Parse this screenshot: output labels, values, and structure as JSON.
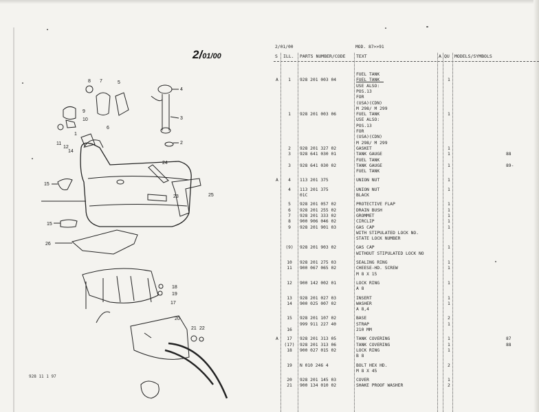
{
  "diagram": {
    "section_no": "2/",
    "section_sub": "01/00",
    "footer_code": "928 11 1 97",
    "callouts": [
      "8",
      "7",
      "5",
      "4",
      "9",
      "10",
      "6",
      "3",
      "1",
      "11",
      "12",
      "14",
      "2",
      "24",
      "15",
      "23",
      "25",
      "15",
      "26",
      "18",
      "19",
      "17",
      "20",
      "21",
      "22"
    ]
  },
  "table": {
    "header_date": "2/01/00",
    "header_model": "MOD. 87>>91",
    "columns": {
      "s": "S",
      "ill": "ILL.",
      "part": "PARTS NUMBER/CODE",
      "text": "TEXT",
      "a": "A",
      "qu": "QU",
      "models": "MODELS/SYMBOLS"
    },
    "rows": [
      {
        "mark": "",
        "ill": "",
        "part": "",
        "text": "FUEL TANK",
        "qty": "",
        "model": ""
      },
      {
        "mark": "A",
        "ill": "1",
        "part": "928 201 003 04",
        "text": "FUEL TANK",
        "qty": "1",
        "model": ""
      },
      {
        "mark": "",
        "ill": "",
        "part": "",
        "text": "USE ALSO:",
        "qty": "",
        "model": ""
      },
      {
        "mark": "",
        "ill": "",
        "part": "",
        "text": "POS.13",
        "qty": "",
        "model": ""
      },
      {
        "mark": "",
        "ill": "",
        "part": "",
        "text": "FOR",
        "qty": "",
        "model": ""
      },
      {
        "mark": "",
        "ill": "",
        "part": "",
        "text": "(USA)(CDN)",
        "qty": "",
        "model": ""
      },
      {
        "mark": "",
        "ill": "",
        "part": "",
        "text": "M 298/ M 299",
        "qty": "",
        "model": ""
      },
      {
        "mark": "",
        "ill": "1",
        "part": "928 201 003 06",
        "text": "FUEL TANK",
        "qty": "1",
        "model": ""
      },
      {
        "mark": "",
        "ill": "",
        "part": "",
        "text": "USE ALSO:",
        "qty": "",
        "model": ""
      },
      {
        "mark": "",
        "ill": "",
        "part": "",
        "text": "POS.13",
        "qty": "",
        "model": ""
      },
      {
        "mark": "",
        "ill": "",
        "part": "",
        "text": "FOR",
        "qty": "",
        "model": ""
      },
      {
        "mark": "",
        "ill": "",
        "part": "",
        "text": "(USA)(CDN)",
        "qty": "",
        "model": ""
      },
      {
        "mark": "",
        "ill": "",
        "part": "",
        "text": "M 298/ M 299",
        "qty": "",
        "model": ""
      },
      {
        "mark": "",
        "ill": "2",
        "part": "928 201 327 02",
        "text": "GASKET",
        "qty": "1",
        "model": ""
      },
      {
        "mark": "",
        "ill": "3",
        "part": "928 641 030 01",
        "text": "TANK GAUGE",
        "qty": "1",
        "model": "88"
      },
      {
        "mark": "",
        "ill": "",
        "part": "",
        "text": "FUEL TANK",
        "qty": "",
        "model": ""
      },
      {
        "mark": "",
        "ill": "3",
        "part": "928 641 030 02",
        "text": "TANK GAUGE",
        "qty": "1",
        "model": "89-"
      },
      {
        "mark": "",
        "ill": "",
        "part": "",
        "text": "FUEL TANK",
        "qty": "",
        "model": ""
      },
      {
        "mark": "A",
        "ill": "4",
        "part": "113 201 375",
        "text": "UNION NUT",
        "qty": "1",
        "model": ""
      },
      {
        "mark": "",
        "ill": "4",
        "part": "113 201 375",
        "text": "UNION NUT",
        "qty": "1",
        "model": ""
      },
      {
        "mark": "",
        "ill": "",
        "part": "01C",
        "text": "BLACK",
        "qty": "",
        "model": ""
      },
      {
        "mark": "",
        "ill": "5",
        "part": "928 201 057 02",
        "text": "PROTECTIVE FLAP",
        "qty": "1",
        "model": ""
      },
      {
        "mark": "",
        "ill": "6",
        "part": "928 201 255 02",
        "text": "DRAIN BUSH",
        "qty": "1",
        "model": ""
      },
      {
        "mark": "",
        "ill": "7",
        "part": "928 201 333 02",
        "text": "GROMMET",
        "qty": "1",
        "model": ""
      },
      {
        "mark": "",
        "ill": "8",
        "part": "900 906 046 02",
        "text": "CIRCLIP",
        "qty": "1",
        "model": ""
      },
      {
        "mark": "",
        "ill": "9",
        "part": "928 201 901 03",
        "text": "GAS CAP",
        "qty": "1",
        "model": ""
      },
      {
        "mark": "",
        "ill": "",
        "part": "",
        "text": "WITH STIPULATED LOCK NO.",
        "qty": "",
        "model": ""
      },
      {
        "mark": "",
        "ill": "",
        "part": "",
        "text": "STATE LOCK NUMBER",
        "qty": "",
        "model": ""
      },
      {
        "mark": "",
        "ill": "(9)",
        "part": "928 201 903 02",
        "text": "GAS CAP",
        "qty": "1",
        "model": ""
      },
      {
        "mark": "",
        "ill": "",
        "part": "",
        "text": "WITHOUT STIPULATED LOCK NO",
        "qty": "",
        "model": ""
      },
      {
        "mark": "",
        "ill": "10",
        "part": "928 201 275 03",
        "text": "SEALING RING",
        "qty": "1",
        "model": ""
      },
      {
        "mark": "",
        "ill": "11",
        "part": "900 067 065 02",
        "text": "CHEESE-HD. SCREW",
        "qty": "1",
        "model": ""
      },
      {
        "mark": "",
        "ill": "",
        "part": "",
        "text": "M 8 X 15",
        "qty": "",
        "model": ""
      },
      {
        "mark": "",
        "ill": "12",
        "part": "900 142 002 01",
        "text": "LOCK RING",
        "qty": "1",
        "model": ""
      },
      {
        "mark": "",
        "ill": "",
        "part": "",
        "text": "A 8",
        "qty": "",
        "model": ""
      },
      {
        "mark": "",
        "ill": "13",
        "part": "928 201 027 03",
        "text": "INSERT",
        "qty": "1",
        "model": ""
      },
      {
        "mark": "",
        "ill": "14",
        "part": "900 025 007 02",
        "text": "WASHER",
        "qty": "1",
        "model": ""
      },
      {
        "mark": "",
        "ill": "",
        "part": "",
        "text": "A 8,4",
        "qty": "",
        "model": ""
      },
      {
        "mark": "",
        "ill": "15",
        "part": "928 201 107 02",
        "text": "BASE",
        "qty": "2",
        "model": ""
      },
      {
        "mark": "",
        "ill": "",
        "part": "999 911 227 40",
        "text": "STRAP",
        "qty": "1",
        "model": ""
      },
      {
        "mark": "",
        "ill": "16",
        "part": "",
        "text": "210 MM",
        "qty": "",
        "model": ""
      },
      {
        "mark": "A",
        "ill": "17",
        "part": "928 201 313 05",
        "text": "TANK COVERING",
        "qty": "1",
        "model": "87"
      },
      {
        "mark": "",
        "ill": "(17)",
        "part": "928 201 313 06",
        "text": "TANK COVERING",
        "qty": "1",
        "model": "88"
      },
      {
        "mark": "",
        "ill": "18",
        "part": "900 027 015 02",
        "text": "LOCK RING",
        "qty": "1",
        "model": ""
      },
      {
        "mark": "",
        "ill": "",
        "part": "",
        "text": "B 8",
        "qty": "",
        "model": ""
      },
      {
        "mark": "",
        "ill": "19",
        "part": "N  010 246 4",
        "text": "BOLT HEX HD.",
        "qty": "2",
        "model": ""
      },
      {
        "mark": "",
        "ill": "",
        "part": "",
        "text": "M 8 X 45",
        "qty": "",
        "model": ""
      },
      {
        "mark": "",
        "ill": "20",
        "part": "928 201 145 03",
        "text": "COVER",
        "qty": "1",
        "model": ""
      },
      {
        "mark": "",
        "ill": "21",
        "part": "900 134 010 02",
        "text": "SHAKE PROOF WASHER",
        "qty": "2",
        "model": ""
      }
    ]
  }
}
